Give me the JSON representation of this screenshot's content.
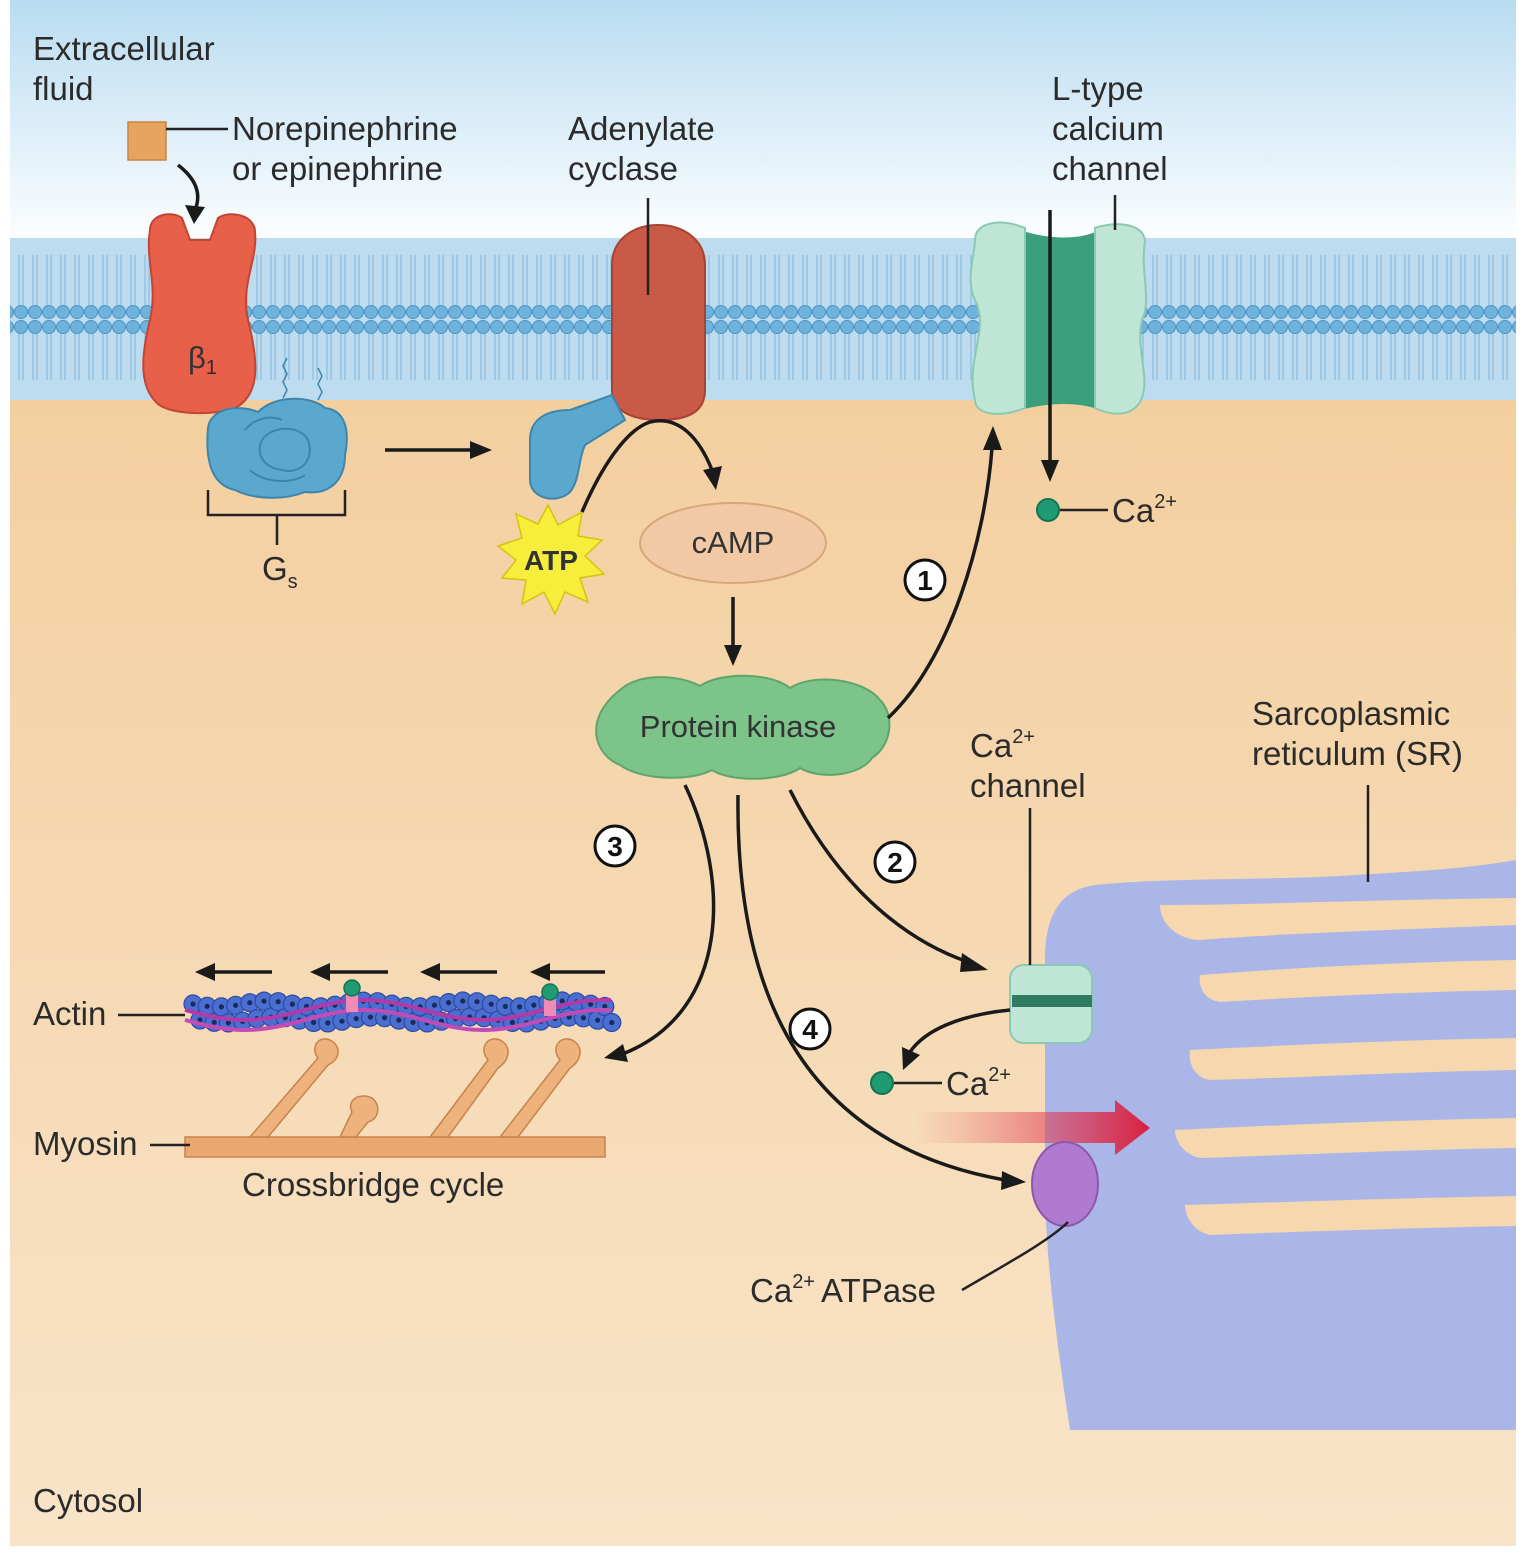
{
  "labels": {
    "extracellular_line1": "Extracellular",
    "extracellular_line2": "fluid",
    "ligand_line1": "Norepinephrine",
    "ligand_line2": "or epinephrine",
    "adenylate_line1": "Adenylate",
    "adenylate_line2": "cyclase",
    "ltype_line1": "L-type",
    "ltype_line2": "calcium",
    "ltype_line3": "channel",
    "beta_receptor": "β",
    "beta_sub": "1",
    "gs_main": "G",
    "gs_sub": "s",
    "atp": "ATP",
    "camp": "cAMP",
    "protein_kinase": "Protein kinase",
    "ca_ion_1": "Ca",
    "ca_ion_1_sup": "2+",
    "sr_line1": "Sarcoplasmic",
    "sr_line2": "reticulum (SR)",
    "ca_channel_line1": "Ca",
    "ca_channel_line1_sup": "2+",
    "ca_channel_line2": "channel",
    "ca_ion_2": "Ca",
    "ca_ion_2_sup": "2+",
    "ca_atpase": "Ca",
    "ca_atpase_sup": "2+",
    "ca_atpase_rest": "ATPase",
    "actin": "Actin",
    "myosin": "Myosin",
    "crossbridge": "Crossbridge cycle",
    "cytosol": "Cytosol"
  },
  "steps": [
    "1",
    "2",
    "3",
    "4"
  ],
  "colors": {
    "extracellular": "#cfe6f4",
    "cytosol": "#f6d9b4",
    "membrane_bead": "#6fb3dd",
    "receptor": "#e8604a",
    "gs_protein": "#5ba8cf",
    "adenylate_cyclase": "#c95a47",
    "ltype_channel": "#bfe5d6",
    "ltype_core": "#3b9f7e",
    "protein_kinase": "#7cc48a",
    "camp": "#f1c9a4",
    "atp": "#f6ee3a",
    "calcium_ion": "#1f9a73",
    "sr": "#aab5e8",
    "atpase": "#b07ad1",
    "red_arrow": "#d92b4a"
  }
}
